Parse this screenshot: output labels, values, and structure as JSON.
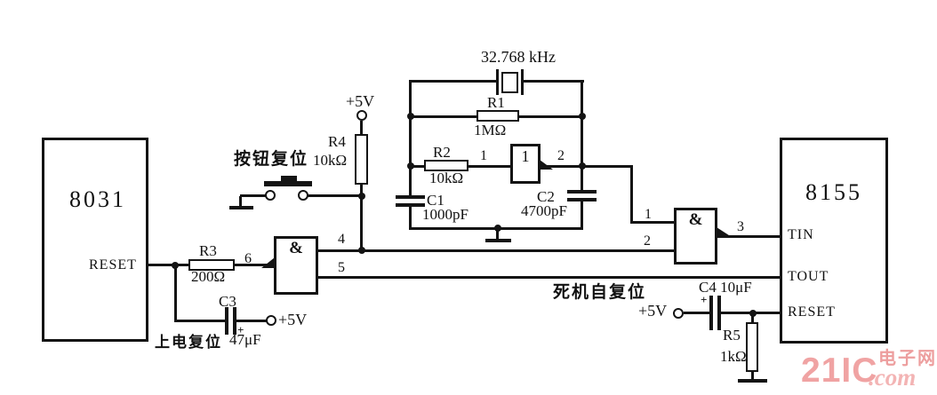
{
  "chips": {
    "u8031": {
      "name": "8031",
      "pin_reset": "RESET"
    },
    "u8155": {
      "name": "8155",
      "pin_tin": "TIN",
      "pin_tout": "TOUT",
      "pin_reset": "RESET"
    }
  },
  "oscillator": {
    "crystal": "32.768 kHz",
    "inverter": "1",
    "node_in": "1",
    "node_out": "2",
    "r1": "R1",
    "r1_value": "1MΩ",
    "r2": "R2",
    "r2_value": "10kΩ",
    "c1": "C1",
    "c1_value": "1000pF",
    "c2": "C2",
    "c2_value": "4700pF"
  },
  "gates": {
    "and": "&",
    "pin1": "1",
    "pin2": "2",
    "pin3": "3",
    "pin4": "4",
    "pin5": "5",
    "pin6": "6"
  },
  "parts": {
    "r3": "R3",
    "r3_value": "200Ω",
    "r4": "R4",
    "r4_value": "10kΩ",
    "r5": "R5",
    "r5_value": "1kΩ",
    "c3": "C3",
    "c3_value": "47μF",
    "c4": "C4",
    "c4_value": "10μF",
    "plus": "+"
  },
  "annotations": {
    "vcc": "+5V",
    "button_reset": "按钮复位",
    "power_on_reset": "上电复位",
    "crash_auto_reset": "死机自复位"
  },
  "watermark": {
    "brand": "21IC",
    "domain": ".com",
    "site_cn": "电子网",
    "color": "#f0a3a3"
  }
}
